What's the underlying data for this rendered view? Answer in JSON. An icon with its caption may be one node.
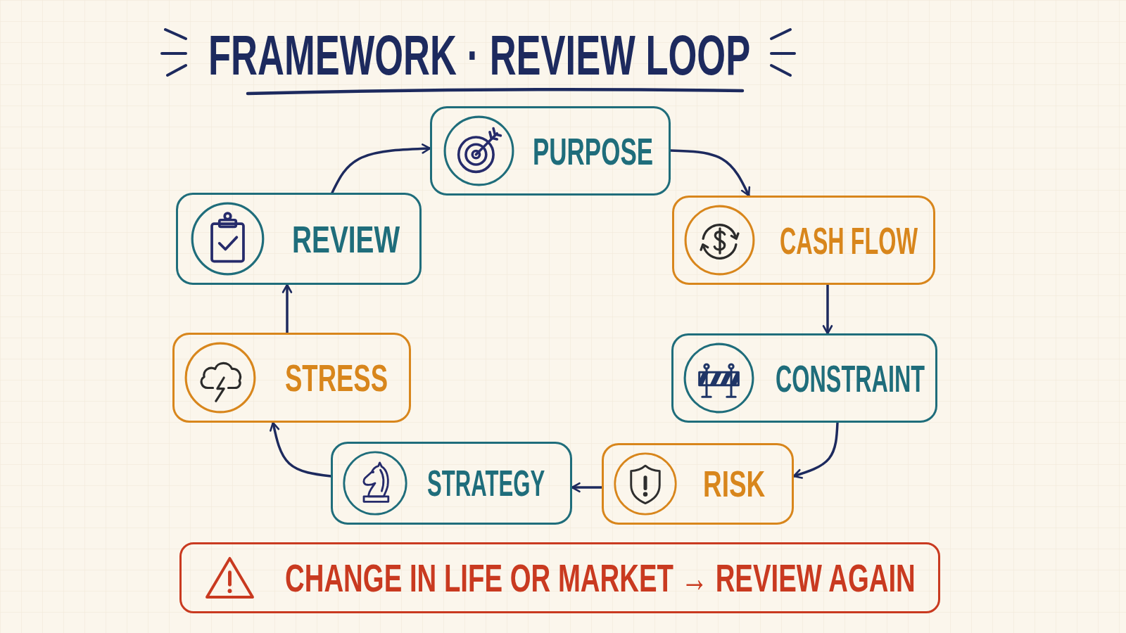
{
  "diagram": {
    "title": "FRAMEWORK · REVIEW LOOP",
    "nodes": [
      {
        "text": [
          "PURPOSE"
        ]
      },
      {
        "text": [
          "REVIEW"
        ]
      },
      {
        "text": [
          "CASH FLOW"
        ]
      },
      {
        "text": [
          "STRESS"
        ]
      },
      {
        "text": [
          "CONSTRAINT"
        ]
      },
      {
        "text": [
          "STRATEGY"
        ]
      },
      {
        "text": [
          "RISK"
        ]
      },
      {
        "text": [
          "CHANGE IN LIFE OR MARKET → REVIEW AGAIN"
        ]
      }
    ],
    "edges": [
      {
        "from": 0,
        "to": 2,
        "arrow": "to"
      },
      {
        "from": 2,
        "to": 4,
        "arrow": "to"
      },
      {
        "from": 4,
        "to": 6,
        "arrow": "to"
      },
      {
        "from": 6,
        "to": 5,
        "arrow": "to"
      },
      {
        "from": 5,
        "to": 3,
        "arrow": "to"
      },
      {
        "from": 3,
        "to": 1,
        "arrow": "to"
      },
      {
        "from": 1,
        "to": 0,
        "arrow": "to"
      }
    ]
  }
}
